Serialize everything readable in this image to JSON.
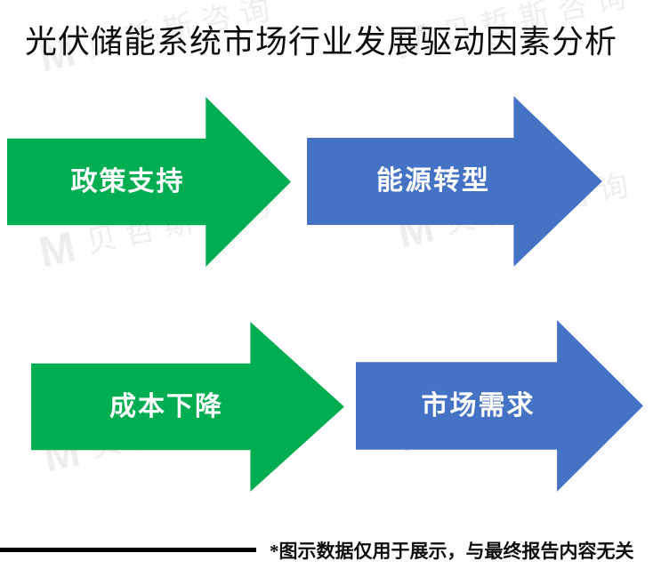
{
  "title": "光伏储能系统市场行业发展驱动因素分析",
  "arrows": [
    {
      "id": "policy-support",
      "label": "政策支持",
      "color": "#00AD50"
    },
    {
      "id": "energy-transition",
      "label": "能源转型",
      "color": "#4472C4"
    },
    {
      "id": "cost-decline",
      "label": "成本下降",
      "color": "#00AD50"
    },
    {
      "id": "market-demand",
      "label": "市场需求",
      "color": "#4472C4"
    }
  ],
  "footnote": "*图示数据仅用于展示，与最终报告内容无关",
  "watermark": {
    "logo": "M",
    "text": "贝哲斯咨询"
  },
  "colors": {
    "green": "#00AD50",
    "blue": "#4472C4",
    "title_text": "#0d0d0d",
    "watermark": "#EDEDED"
  }
}
